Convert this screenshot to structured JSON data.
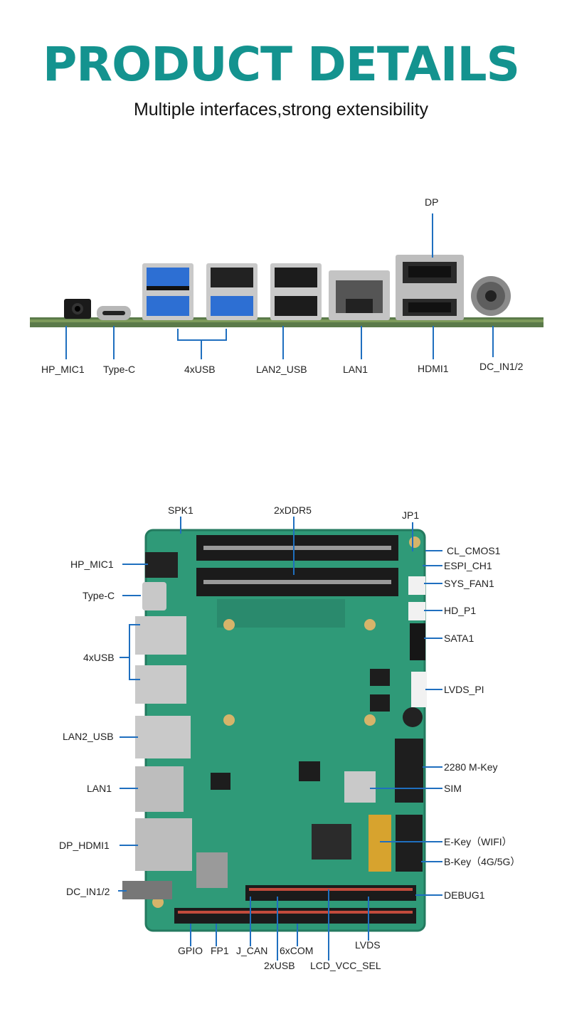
{
  "header": {
    "title": "PRODUCT DETAILS",
    "subtitle": "Multiple interfaces,strong extensibility"
  },
  "io_panel": {
    "labels": {
      "dp": "DP",
      "hp_mic1": "HP_MIC1",
      "type_c": "Type-C",
      "usb4": "4xUSB",
      "lan2_usb": "LAN2_USB",
      "lan1": "LAN1",
      "hdmi1": "HDMI1",
      "dc_in": "DC_IN1/2"
    }
  },
  "board": {
    "left_labels": {
      "hp_mic1": "HP_MIC1",
      "type_c": "Type-C",
      "usb4": "4xUSB",
      "lan2_usb": "LAN2_USB",
      "lan1": "LAN1",
      "dp_hdmi1": "DP_HDMI1",
      "dc_in": "DC_IN1/2"
    },
    "top_labels": {
      "spk1": "SPK1",
      "ddr5": "2xDDR5",
      "jp1": "JP1"
    },
    "right_labels": {
      "cl_cmos1": "CL_CMOS1",
      "espi_ch1": "ESPI_CH1",
      "sys_fan1": "SYS_FAN1",
      "hd_p1": "HD_P1",
      "sata1": "SATA1",
      "lvds_pi": "LVDS_PI",
      "m2_mkey": "2280 M-Key",
      "sim": "SIM",
      "ekey": "E-Key（WIFI）",
      "bkey": "B-Key（4G/5G）",
      "debug1": "DEBUG1"
    },
    "bottom_labels": {
      "gpio": "GPIO",
      "fp1": "FP1",
      "j_can": "J_CAN",
      "com6": "6xCOM",
      "lvds": "LVDS",
      "usb2": "2xUSB",
      "lcd_vcc_sel": "LCD_VCC_SEL"
    },
    "colors": {
      "pcb": "#2f9a78",
      "leader": "#1f6fbf",
      "accent": "#14938f"
    }
  }
}
